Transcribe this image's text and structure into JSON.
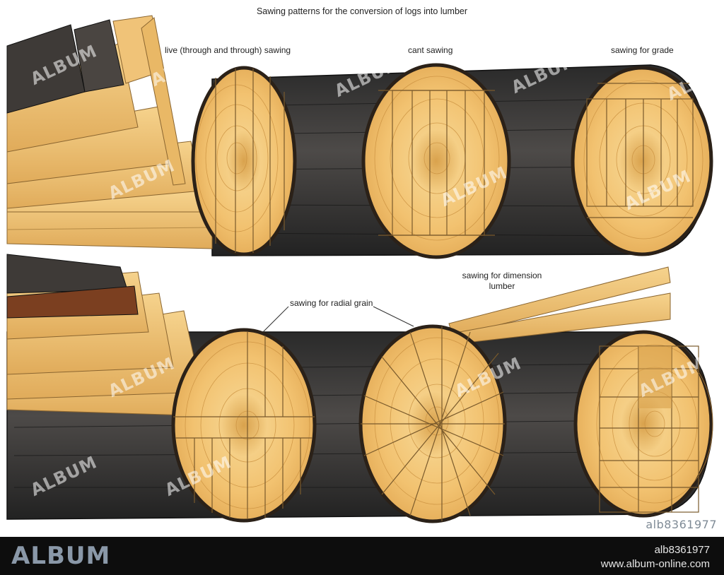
{
  "title": "Sawing patterns for the conversion of logs into lumber",
  "labels": {
    "live": "live (through and through) sawing",
    "cant": "cant sawing",
    "grade": "sawing for grade",
    "radial": "sawing for radial grain",
    "dimension": "sawing for dimension lumber"
  },
  "watermark": "ALBUM",
  "image_id": "alb8361977",
  "footer": {
    "logo": "ALBUM",
    "id": "alb8361977",
    "url": "www.album-online.com"
  },
  "colors": {
    "bark": "#3b3a3a",
    "wood": "#f2c270",
    "wood_dark": "#d9a24d",
    "saw_line": "#7a5a2c"
  }
}
